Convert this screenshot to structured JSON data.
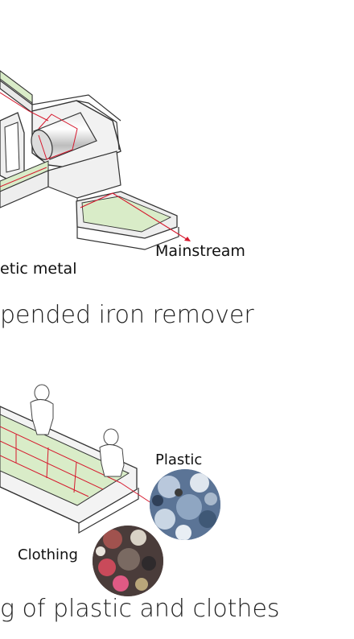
{
  "diagram_top": {
    "labels": {
      "mainstream": "Mainstream",
      "magnetic_metal_partial": "etic metal"
    },
    "caption_partial": "pended iron remover"
  },
  "diagram_bottom": {
    "labels": {
      "plastic": "Plastic",
      "clothing": "Clothing"
    },
    "caption_partial": "g of plastic and clothes"
  },
  "colors": {
    "belt_fill": "#d9ecc8",
    "flow_line": "#d6182d",
    "frame_fill": "#f2f2f2",
    "frame_stroke": "#333333",
    "caption_text": "#222222"
  },
  "icons": [
    "worker-figure-icon",
    "plastic-waste-photo",
    "clothing-waste-photo",
    "magnet-drum-icon"
  ]
}
